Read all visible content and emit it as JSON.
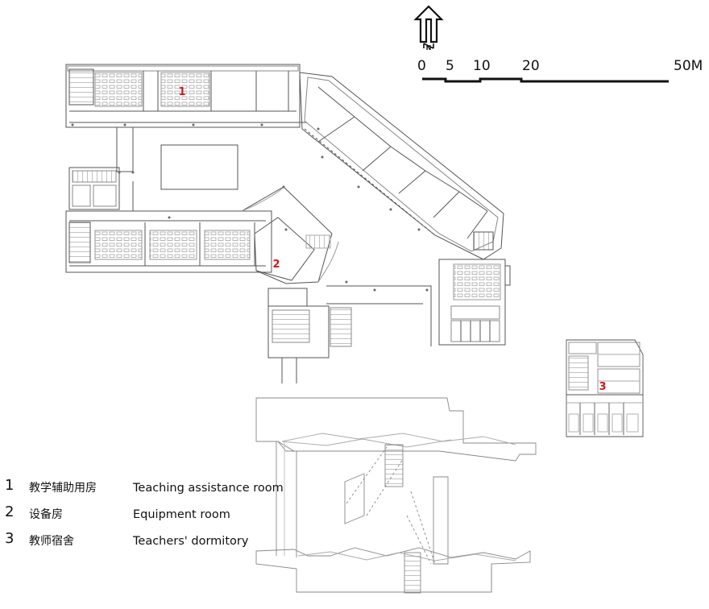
{
  "scale_bar": {
    "ticks": [
      "0",
      "5",
      "10",
      "20",
      "50M"
    ]
  },
  "north_arrow": {
    "icon": "north-arrow-icon",
    "letter": "N"
  },
  "rooms": [
    {
      "number": "1"
    },
    {
      "number": "2"
    },
    {
      "number": "3"
    }
  ],
  "legend": [
    {
      "number": "1",
      "chinese": "教学辅助用房",
      "english": "Teaching assistance room"
    },
    {
      "number": "2",
      "chinese": "设备房",
      "english": "Equipment room"
    },
    {
      "number": "3",
      "chinese": "教师宿舍",
      "english": "Teachers' dormitory"
    }
  ],
  "colors": {
    "room_label": "#d0151b",
    "linework": "#555555",
    "text": "#111111"
  }
}
